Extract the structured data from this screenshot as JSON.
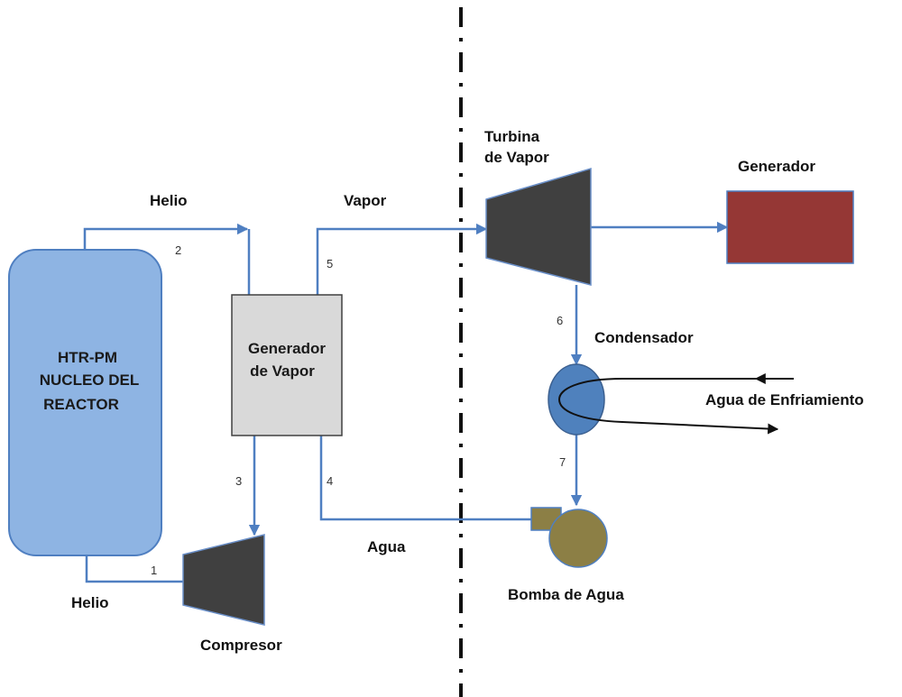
{
  "labels": {
    "reactor_line1": "HTR-PM",
    "reactor_line2": "NUCLEO DEL",
    "reactor_line3": "REACTOR",
    "steam_gen_line1": "Generador",
    "steam_gen_line2": "de Vapor",
    "turbine_line1": "Turbina",
    "turbine_line2": "de Vapor",
    "generator": "Generador",
    "condenser": "Condensador",
    "cooling_water": "Agua de Enfriamiento",
    "pump": "Bomba de Agua",
    "compressor": "Compresor",
    "helio_top": "Helio",
    "helio_bottom": "Helio",
    "vapor": "Vapor",
    "agua": "Agua"
  },
  "nodes": {
    "n1": "1",
    "n2": "2",
    "n3": "3",
    "n4": "4",
    "n5": "5",
    "n6": "6",
    "n7": "7"
  },
  "colors": {
    "flow_line": "#4f7fc1",
    "reactor_fill": "#8eb4e3",
    "reactor_stroke": "#4f7fc1",
    "steam_gen_fill": "#d9d9d9",
    "machine_fill": "#404040",
    "generator_fill": "#953735",
    "condenser_fill": "#4f81bd",
    "pump_fill": "#8c7f45"
  }
}
